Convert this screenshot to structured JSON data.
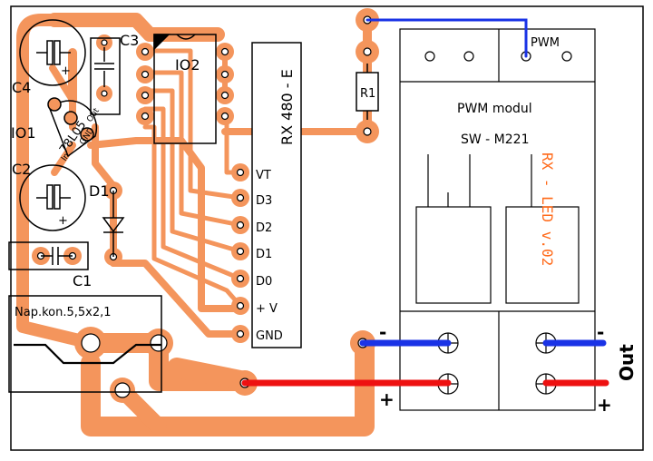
{
  "colors": {
    "copper": "#f4955c",
    "outline": "#000000",
    "blue_wire": "#1a33e6",
    "red_wire": "#ee1111",
    "module_text": "#ff6a1a"
  },
  "components": {
    "c4": "C4",
    "c3": "C3",
    "c2": "C2",
    "c1": "C1",
    "io1": "IO1",
    "io2": "IO2",
    "d1": "D1",
    "r1": "R1",
    "regulator": "78L05",
    "reg_in": "In",
    "reg_gnd": "GND",
    "reg_out": "Out",
    "plus_sign": "+",
    "connector": "Nap.kon.5,5x2,1"
  },
  "receiver": {
    "name": "RX 480 - E",
    "pins": [
      "VT",
      "D3",
      "D2",
      "D1",
      "D0",
      "+ V",
      "GND"
    ]
  },
  "module": {
    "pwm_label": "PWM",
    "title": "PWM modul",
    "model": "SW - M221",
    "side_text": "RX - LED v.02",
    "minus_left": "-",
    "plus_left": "+",
    "minus_right": "-",
    "plus_right": "+",
    "out": "Out"
  }
}
